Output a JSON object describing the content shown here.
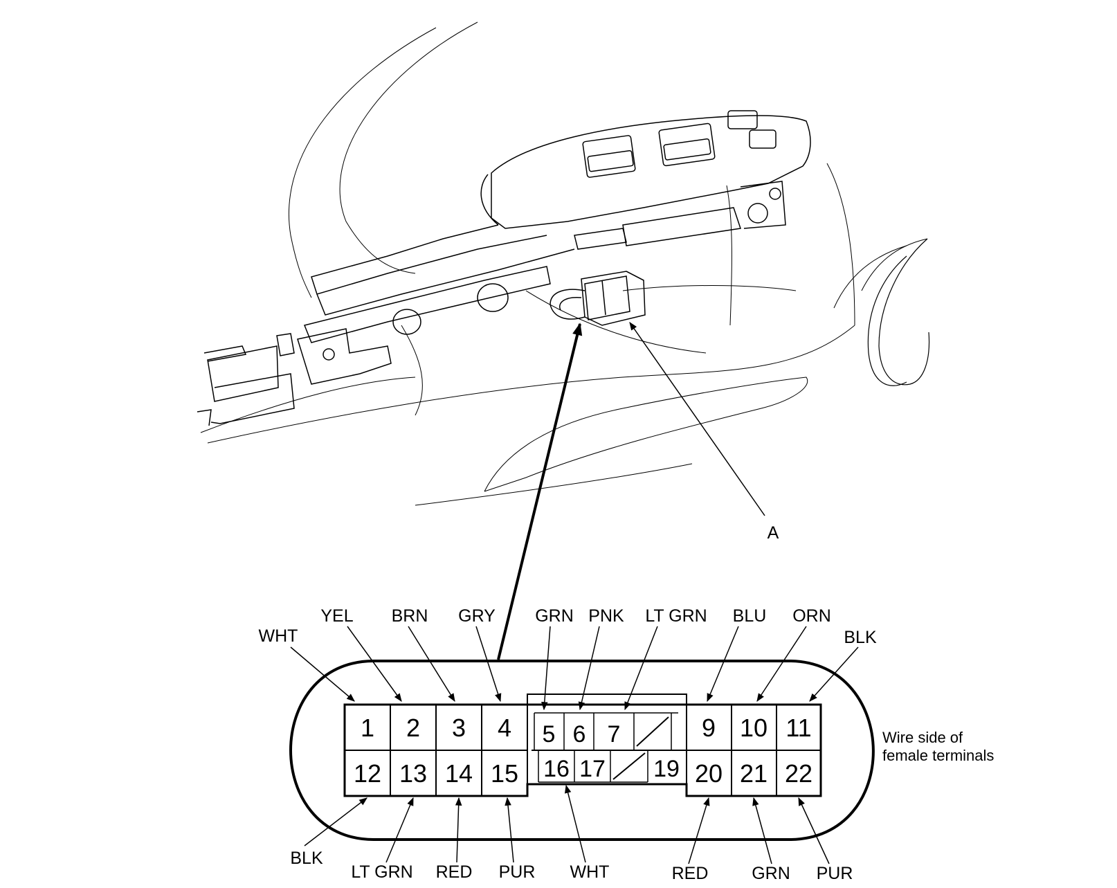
{
  "callout": {
    "label": "A"
  },
  "connector": {
    "side_note": [
      "Wire side of",
      "female terminals"
    ],
    "pins_top": [
      "1",
      "2",
      "3",
      "4",
      "5",
      "6",
      "7",
      "9",
      "10",
      "11"
    ],
    "pins_bottom": [
      "12",
      "13",
      "14",
      "15",
      "16",
      "17",
      "19",
      "20",
      "21",
      "22"
    ],
    "wires_top": [
      "WHT",
      "YEL",
      "BRN",
      "GRY",
      "GRN",
      "PNK",
      "LT GRN",
      "BLU",
      "ORN",
      "BLK"
    ],
    "wires_bottom": [
      "BLK",
      "LT GRN",
      "RED",
      "PUR",
      "WHT",
      "RED",
      "GRN",
      "PUR"
    ]
  }
}
